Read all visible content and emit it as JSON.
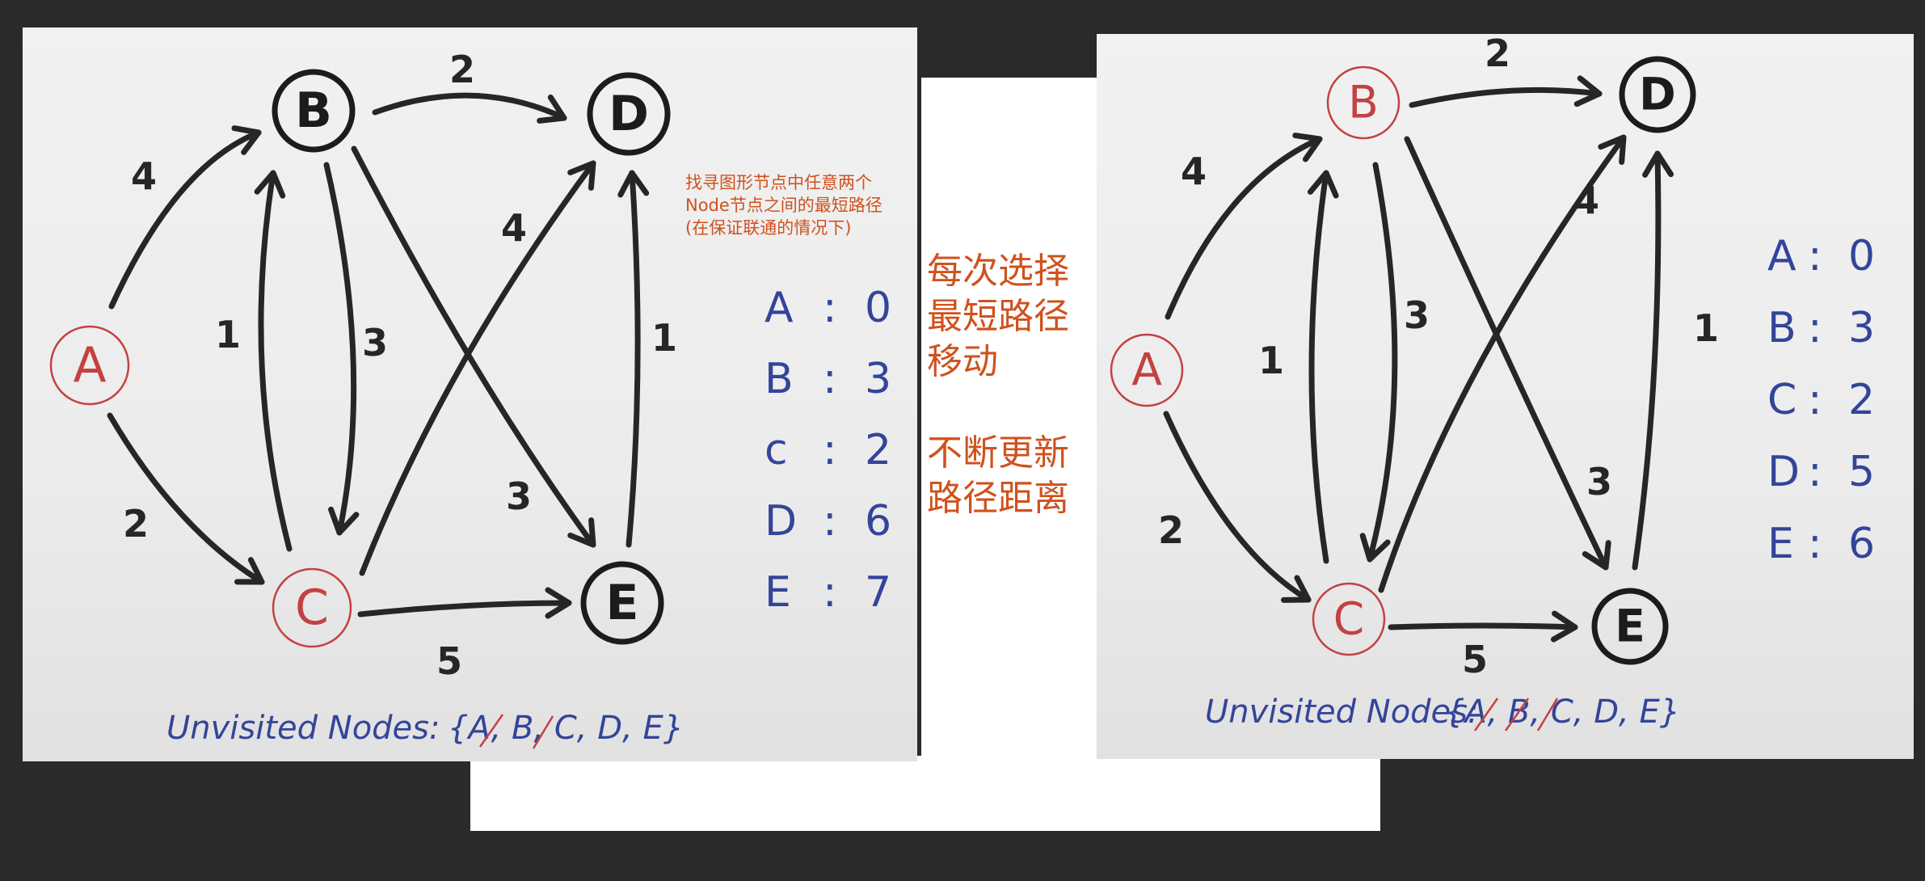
{
  "left_panel": {
    "nodes": [
      {
        "id": "A",
        "label": "A",
        "style": "red"
      },
      {
        "id": "B",
        "label": "B",
        "style": "black"
      },
      {
        "id": "C",
        "label": "C",
        "style": "red"
      },
      {
        "id": "D",
        "label": "D",
        "style": "black"
      },
      {
        "id": "E",
        "label": "E",
        "style": "black"
      }
    ],
    "edges": [
      {
        "from": "A",
        "to": "B",
        "weight": "4"
      },
      {
        "from": "A",
        "to": "C",
        "weight": "2"
      },
      {
        "from": "C",
        "to": "B",
        "weight": "1"
      },
      {
        "from": "B",
        "to": "C",
        "weight": "3"
      },
      {
        "from": "B",
        "to": "D",
        "weight": "2"
      },
      {
        "from": "C",
        "to": "D",
        "weight": "4"
      },
      {
        "from": "B",
        "to": "E",
        "weight": "3"
      },
      {
        "from": "C",
        "to": "E",
        "weight": "5"
      },
      {
        "from": "E",
        "to": "D",
        "weight": "1"
      }
    ],
    "distances": [
      {
        "node": "A",
        "sep": ":",
        "value": "0"
      },
      {
        "node": "B",
        "sep": ":",
        "value": "3"
      },
      {
        "node": "c",
        "sep": ":",
        "value": "2"
      },
      {
        "node": "D",
        "sep": ":",
        "value": "6"
      },
      {
        "node": "E",
        "sep": ":",
        "value": "7"
      }
    ],
    "unvisited_label": "Unvisited Nodes:",
    "unvisited_set": "{A, B, C, D, E}",
    "crossed_out": [
      "A",
      "C"
    ],
    "note_lines": [
      "找寻图形节点中任意两个",
      "Node节点之间的最短路径",
      "(在保证联通的情况下)"
    ]
  },
  "center_note": {
    "line1": "每次选择\n最短路径\n移动",
    "line2": "不断更新\n路径距离"
  },
  "right_panel": {
    "nodes": [
      {
        "id": "A",
        "label": "A",
        "style": "red"
      },
      {
        "id": "B",
        "label": "B",
        "style": "red"
      },
      {
        "id": "C",
        "label": "C",
        "style": "red"
      },
      {
        "id": "D",
        "label": "D",
        "style": "black"
      },
      {
        "id": "E",
        "label": "E",
        "style": "black"
      }
    ],
    "edges": [
      {
        "from": "A",
        "to": "B",
        "weight": "4"
      },
      {
        "from": "A",
        "to": "C",
        "weight": "2"
      },
      {
        "from": "C",
        "to": "B",
        "weight": "1"
      },
      {
        "from": "B",
        "to": "C",
        "weight": "3"
      },
      {
        "from": "B",
        "to": "D",
        "weight": "2"
      },
      {
        "from": "C",
        "to": "D",
        "weight": "4"
      },
      {
        "from": "B",
        "to": "E",
        "weight": "3"
      },
      {
        "from": "C",
        "to": "E",
        "weight": "5"
      },
      {
        "from": "E",
        "to": "D",
        "weight": "1"
      }
    ],
    "distances": [
      {
        "node": "A",
        "sep": ":",
        "value": "0"
      },
      {
        "node": "B",
        "sep": ":",
        "value": "3"
      },
      {
        "node": "C",
        "sep": ":",
        "value": "2"
      },
      {
        "node": "D",
        "sep": ":",
        "value": "5"
      },
      {
        "node": "E",
        "sep": ":",
        "value": "6"
      }
    ],
    "unvisited_label": "Unvisited Nodes:",
    "unvisited_set": "{A, B, C, D, E}",
    "crossed_out": [
      "A",
      "B",
      "C"
    ]
  }
}
